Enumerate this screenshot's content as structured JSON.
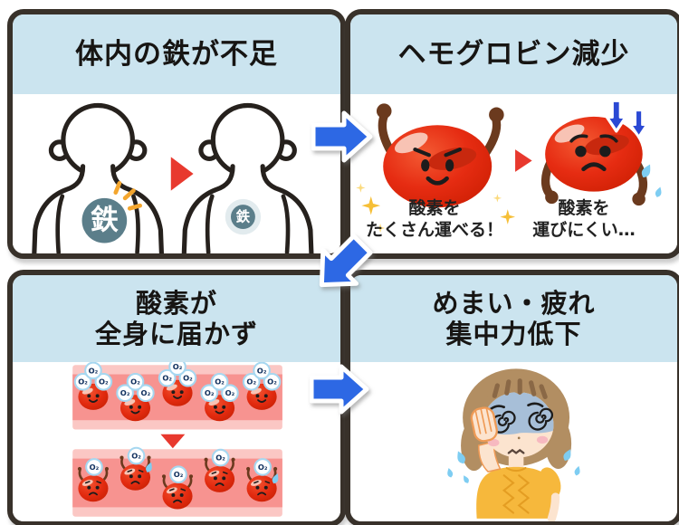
{
  "colors": {
    "bg": "#ffffff",
    "panel-border": "#38312a",
    "header-bg": "#cbe4ef",
    "title": "#171513",
    "caption-text": "#222222",
    "arrow-blue": "#2d68e4",
    "mini-arrow-blue": "#2b49d4",
    "accent-red": "#e8392e",
    "cell-red": "#e62c12",
    "arm-brown": "#6b3a1e",
    "iron-teal": "#5b7e8a",
    "iron-halo": "#e2ebee",
    "spark-orange": "#f4a62e",
    "sparkle-yellow": "#f6bf37",
    "vessel-light": "#fbc7c4",
    "vessel-mid": "#f79390",
    "o2-ring": "#a6d7f0",
    "o2-text": "#10305e",
    "sweat-blue": "#7ecdf2",
    "hair-brown": "#b28e62",
    "hair-dark": "#8a6846",
    "skin": "#fce4cf",
    "face-blue": "#a7bfd8",
    "shirt-yellow": "#f6b83c",
    "shirt-line": "#e49d22",
    "hand-outline": "#ef9a55"
  },
  "panels": {
    "iron": {
      "title": "体内の鉄が不足",
      "iron_label": "鉄"
    },
    "hemoglobin": {
      "title": "ヘモグロビン減少",
      "caption_good_line1": "酸素を",
      "caption_good_line2": "たくさん運べる！",
      "caption_bad_line1": "酸素を",
      "caption_bad_line2": "運びにくい…"
    },
    "oxygen": {
      "title_line1": "酸素が",
      "title_line2": "全身に届かず",
      "o2_label": "O₂",
      "vessels": [
        {
          "mood": "happy",
          "cells": 5,
          "o2_per_cell": 3
        },
        {
          "mood": "sad",
          "cells": 5,
          "o2_per_cell": 1
        }
      ]
    },
    "symptoms": {
      "title_line1": "めまい・疲れ",
      "title_line2": "集中力低下"
    }
  }
}
